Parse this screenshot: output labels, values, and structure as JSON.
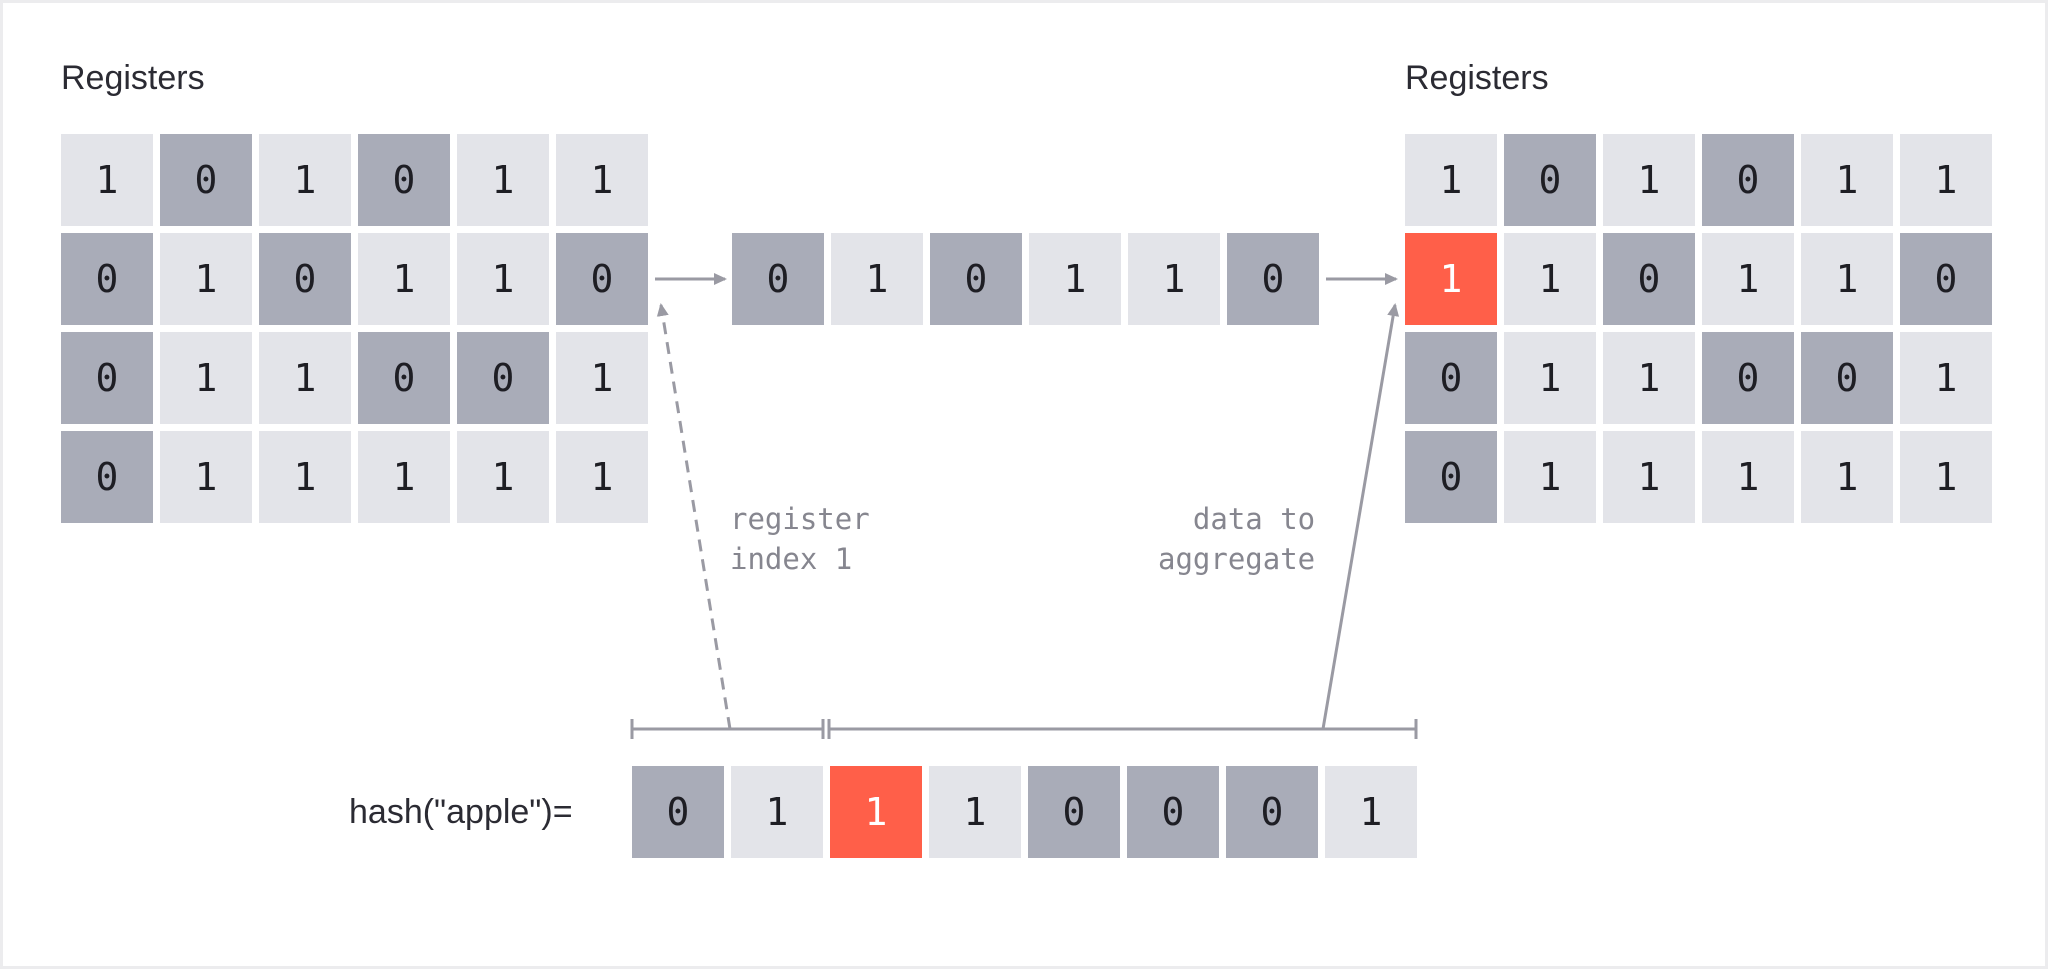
{
  "left_panel": {
    "title": "Registers",
    "grid": [
      [
        "1",
        "0",
        "1",
        "0",
        "1",
        "1"
      ],
      [
        "0",
        "1",
        "0",
        "1",
        "1",
        "0"
      ],
      [
        "0",
        "1",
        "1",
        "0",
        "0",
        "1"
      ],
      [
        "0",
        "1",
        "1",
        "1",
        "1",
        "1"
      ]
    ]
  },
  "middle_row": {
    "values": [
      "0",
      "1",
      "0",
      "1",
      "1",
      "0"
    ]
  },
  "right_panel": {
    "title": "Registers",
    "grid": [
      [
        "1",
        "0",
        "1",
        "0",
        "1",
        "1"
      ],
      [
        "1",
        "1",
        "0",
        "1",
        "1",
        "0"
      ],
      [
        "0",
        "1",
        "1",
        "0",
        "0",
        "1"
      ],
      [
        "0",
        "1",
        "1",
        "1",
        "1",
        "1"
      ]
    ],
    "highlight": {
      "row": 1,
      "col": 0
    }
  },
  "hash": {
    "label": "hash(\"apple\")=",
    "bits": [
      "0",
      "1",
      "1",
      "1",
      "0",
      "0",
      "0",
      "1"
    ],
    "highlight_index": 2
  },
  "annotations": {
    "register_index": "register\nindex 1",
    "data_to_aggregate": "data to\naggregate"
  },
  "colors": {
    "zero_cell": "#a9acb8",
    "one_cell": "#e3e4e9",
    "highlight": "#ff5f49",
    "arrow": "#9a9aa3"
  }
}
